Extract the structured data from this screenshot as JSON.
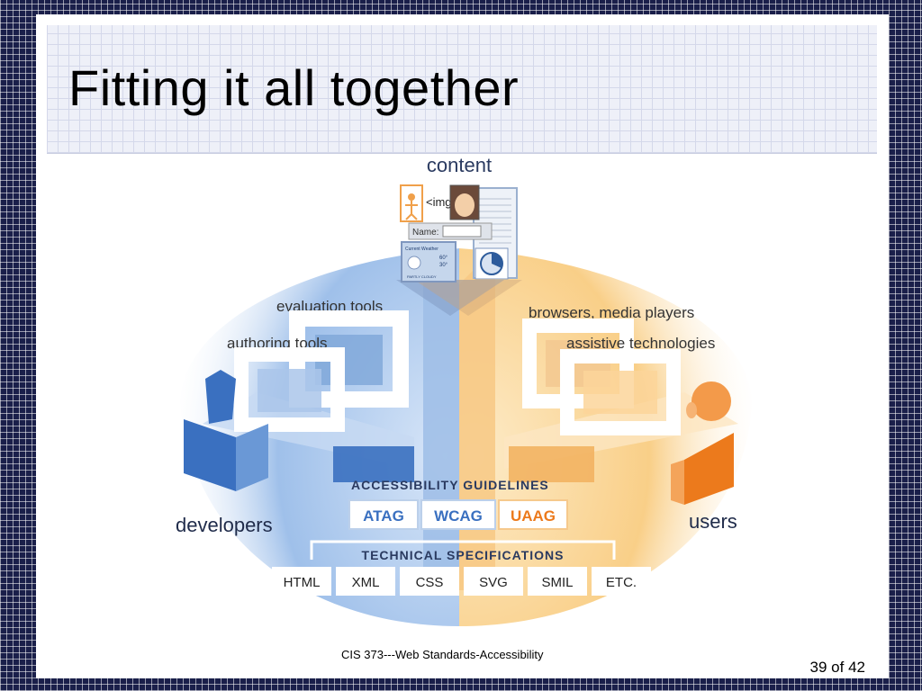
{
  "slide": {
    "title": "Fitting it all together",
    "footer": "CIS 373---Web Standards-Accessibility",
    "page_number": "39 of 42"
  },
  "diagram": {
    "content_label": "content",
    "content_card": {
      "img_tag": "<img",
      "name_label": "Name:",
      "weather_title": "Current Weather",
      "weather_temp_1": "60°",
      "weather_temp_2": "30°",
      "weather_status": "PARTLY CLOUDY"
    },
    "evaluation_tools": "evaluation tools",
    "authoring_tools": "authoring tools",
    "browsers": "browsers, media players",
    "assistive": "assistive technologies",
    "developers": "developers",
    "users": "users",
    "guidelines_header": "ACCESSIBILITY GUIDELINES",
    "guidelines": [
      "ATAG",
      "WCAG",
      "UAAG"
    ],
    "specs_header": "TECHNICAL SPECIFICATIONS",
    "specs": [
      "HTML",
      "XML",
      "CSS",
      "SVG",
      "SMIL",
      "ETC."
    ],
    "colors": {
      "blue": "#3a70c0",
      "light_blue": "#bcd4ef",
      "orange": "#ec7a1c",
      "light_orange": "#fbd59a",
      "navy_text": "#2a3a60"
    }
  }
}
